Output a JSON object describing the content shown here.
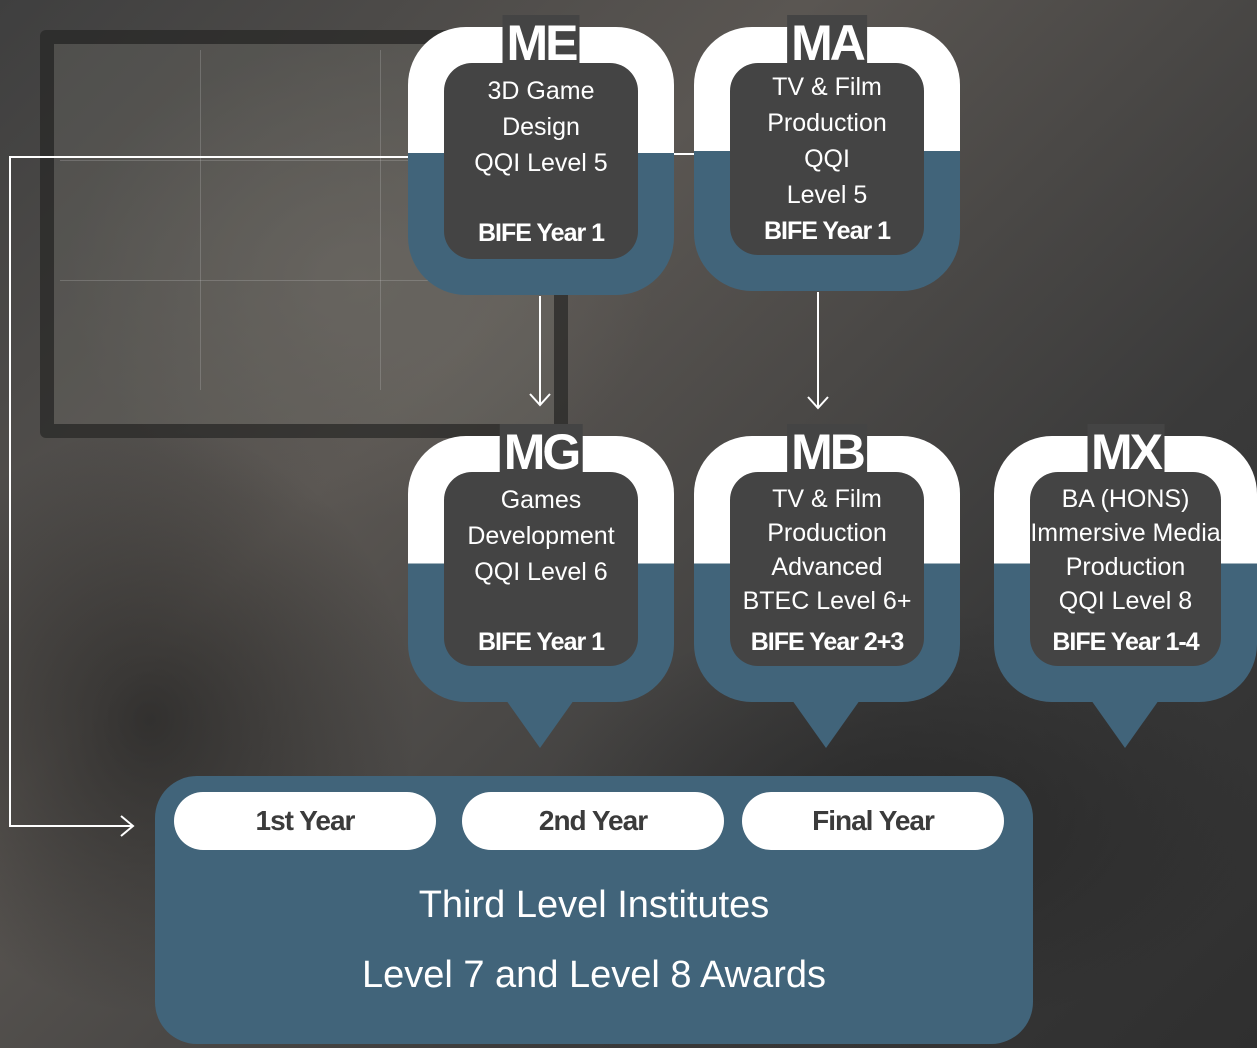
{
  "nodes": [
    {
      "code": "ME",
      "lines": [
        "3D Game",
        "Design",
        "QQI Level 5"
      ],
      "year": "BIFE Year 1"
    },
    {
      "code": "MA",
      "lines": [
        "TV & Film",
        "Production",
        "QQI",
        "Level 5"
      ],
      "year": "BIFE Year 1"
    },
    {
      "code": "MG",
      "lines": [
        "Games",
        "Development",
        "QQI Level 6"
      ],
      "year": "BIFE Year 1"
    },
    {
      "code": "MB",
      "lines": [
        "TV & Film",
        "Production",
        "Advanced",
        "BTEC Level 6+"
      ],
      "year": "BIFE Year 2+3"
    },
    {
      "code": "MX",
      "lines": [
        "BA (HONS)",
        "Immersive Media",
        "Production",
        "QQI Level 8"
      ],
      "year": "BIFE Year 1-4"
    }
  ],
  "years": [
    "1st Year",
    "2nd Year",
    "Final Year"
  ],
  "institutes": {
    "title": "Third Level Institutes",
    "subtitle": "Level 7 and Level 8 Awards"
  },
  "colors": {
    "accent": "#41647a",
    "box": "#444444",
    "frame": "#ffffff"
  }
}
